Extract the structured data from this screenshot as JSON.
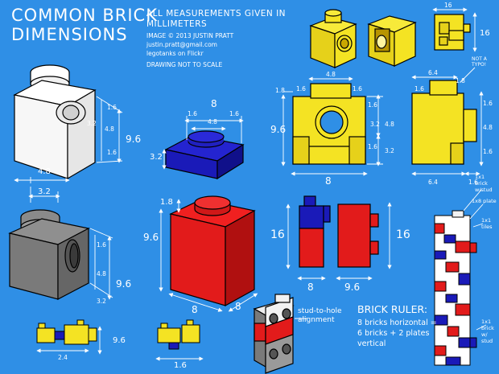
{
  "title": {
    "line1": "COMMON BRICK",
    "line2": "DIMENSIONS"
  },
  "header": {
    "measure1": "ALL MEASUREMENTS GIVEN IN",
    "measure2": "MILLIMETERS",
    "credit1": "IMAGE © 2013   JUSTIN PRATT",
    "credit2": "justin.pratt@gmail.com",
    "credit3": "legotanks on Flickr",
    "note": "DRAWING NOT TO SCALE"
  },
  "labels": {
    "white_16a": "1.6",
    "white_32": "3.2",
    "white_48": "4.8",
    "white_16b": "1.6",
    "white_96": "9.6",
    "white_48w": "4.8",
    "white_32w": "3.2",
    "grey_16a": "1.6",
    "grey_48": "4.8",
    "grey_32": "3.2",
    "grey_96": "9.6",
    "yellow_small_96": "9.6",
    "yellow_small_24": "2.4",
    "yellow_small_16": "1.6",
    "plate_8": "8",
    "plate_16a": "1.6",
    "plate_48": "4.8",
    "plate_16b": "1.6",
    "plate_32": "3.2",
    "red_18": "1.8",
    "red_96": "9.6",
    "red_8a": "8",
    "red_8b": "8",
    "ys_48": "4.8",
    "ys_18": "1.8",
    "ys_16a": "1.6",
    "ys_16b": "1.6",
    "ys_16c": "1.6",
    "ys_16d": "1.6",
    "ys_96": "9.6",
    "ys_32a": "3.2",
    "ys_48b": "4.8",
    "ys_32b": "3.2",
    "ys_8": "8",
    "yr_64a": "6.4",
    "yr_18": "1.8",
    "yr_16a": "1.6",
    "yr_16b": "1.6",
    "yr_48": "4.8",
    "yr_16c": "1.6",
    "yr_64b": "6.4",
    "yr_16d": "1.6",
    "not_typo": "NOT A TYPO!",
    "top_16a": "16",
    "top_16b": "16",
    "pair_16a": "16",
    "pair_16b": "16",
    "pair_8": "8",
    "pair_96": "9.6",
    "stud_label": "stud-to-hole alignment",
    "ruler_title": "BRICK RULER:",
    "ruler_line1": "8 bricks horizontal =",
    "ruler_line2": "6 bricks + 2 plates",
    "ruler_line3": "vertical",
    "r_1x1_stud": "1x1 brick w/stud",
    "r_1x8_plate": "1x8 plate",
    "r_1x1_tiles": "1x1 tiles",
    "r_1x1_brick_stud": "1x1 brick w/ stud"
  },
  "colors": {
    "background": "#2f8fe6",
    "yellow": "#f4e323",
    "red": "#e21b1b",
    "blue": "#1a1ab8",
    "grey": "#7a7a7a",
    "white": "#ffffff"
  }
}
